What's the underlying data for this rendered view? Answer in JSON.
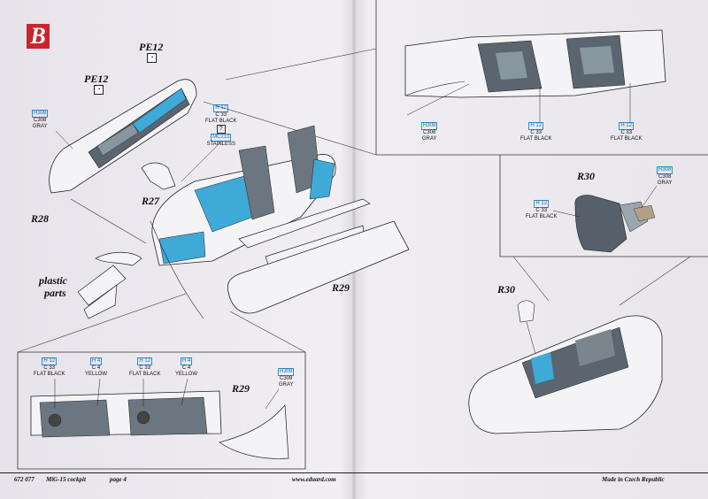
{
  "step_badge": "B",
  "labels": {
    "pe12_top": "PE12",
    "pe12_left": "PE12",
    "r28": "R28",
    "r27": "R27",
    "r29_mid": "R29",
    "r29_bottom": "R29",
    "r30_top": "R30",
    "r30_bottom": "R30",
    "plastic": "plastic",
    "parts": "parts"
  },
  "callouts": {
    "left_gray": {
      "code1": "H308",
      "code2": "C308",
      "name": "GRAY"
    },
    "mid_black": {
      "code1": "H 12",
      "code2": "C 33",
      "name": "FLAT BLACK"
    },
    "mid_question": "?",
    "mid_stainless": {
      "code": "MC213",
      "name": "STAINLESS"
    },
    "tr_gray": {
      "code1": "H308",
      "code2": "C308",
      "name": "GRAY"
    },
    "tr_black1": {
      "code1": "H 12",
      "code2": "C 33",
      "name": "FLAT BLACK"
    },
    "tr_black2": {
      "code1": "H 12",
      "code2": "C 33",
      "name": "FLAT BLACK"
    },
    "r30_gray": {
      "code1": "H308",
      "code2": "C308",
      "name": "GRAY"
    },
    "r30_black": {
      "code1": "H 12",
      "code2": "C 33",
      "name": "FLAT BLACK"
    },
    "bl_black1": {
      "code1": "H 12",
      "code2": "C 33",
      "name": "FLAT BLACK"
    },
    "bl_yellow1": {
      "code1": "H 4",
      "code2": "C 4",
      "name": "YELLOW"
    },
    "bl_black2": {
      "code1": "H 12",
      "code2": "C 33",
      "name": "FLAT BLACK"
    },
    "bl_yellow2": {
      "code1": "H 4",
      "code2": "C 4",
      "name": "YELLOW"
    },
    "bl_gray": {
      "code1": "H308",
      "code2": "C308",
      "name": "GRAY"
    }
  },
  "footer": {
    "kit": "672 077",
    "title": "MiG-15 cockpit",
    "page": "page 4",
    "url": "www.eduard.com",
    "made": "Made in Czech Republic"
  },
  "colors": {
    "badge": "#c8262c",
    "photoetch": "#3fa9d8",
    "code_box": "#2b8fc9"
  }
}
